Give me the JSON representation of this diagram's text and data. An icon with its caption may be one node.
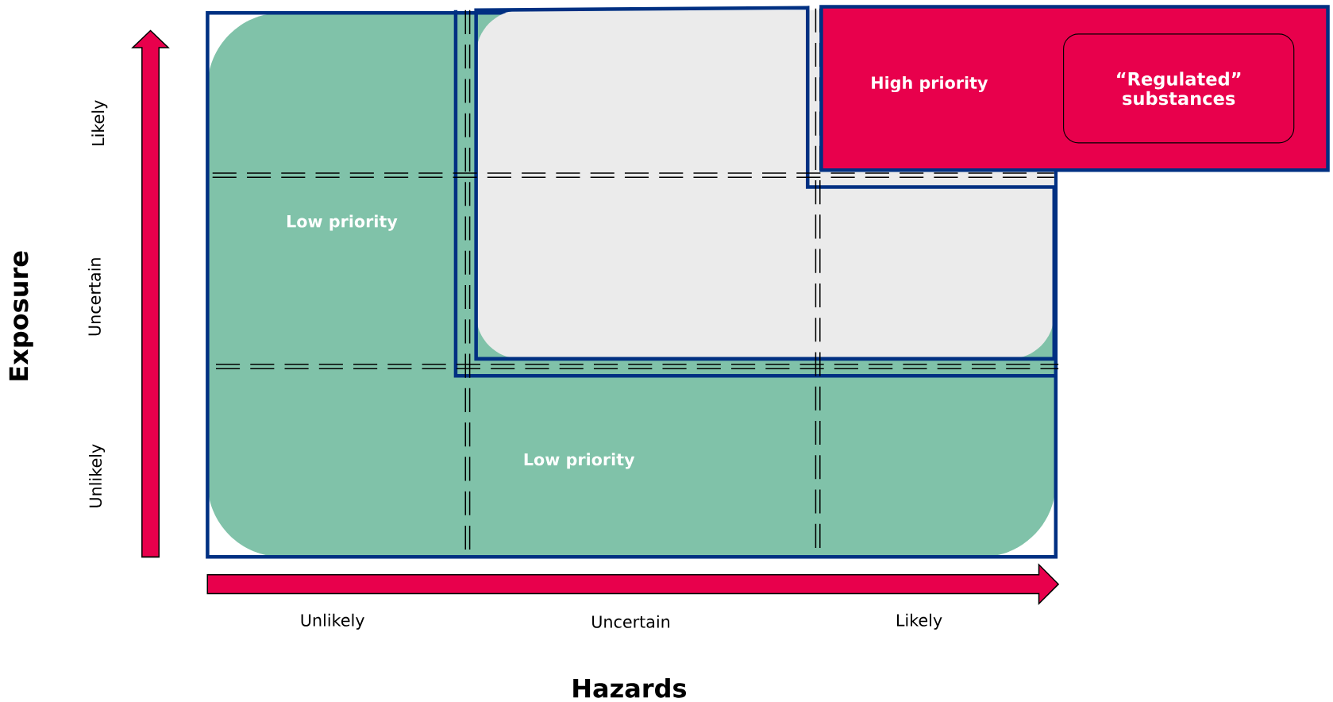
{
  "diagram": {
    "nodes": [
      {
        "text": [
          "Low priority",
          "Low priority"
        ]
      },
      {
        "text": [],
        "shape": "box",
        "in": 0
      },
      {
        "text": [
          "High priority"
        ]
      },
      {
        "text": [
          "“Regulated” substances"
        ],
        "in": 2
      }
    ],
    "labels": [
      "Exposure",
      "Likely",
      "Uncertain",
      "Unlikely",
      "Unlikely",
      "Uncertain",
      "Likely",
      "Hazards"
    ]
  }
}
